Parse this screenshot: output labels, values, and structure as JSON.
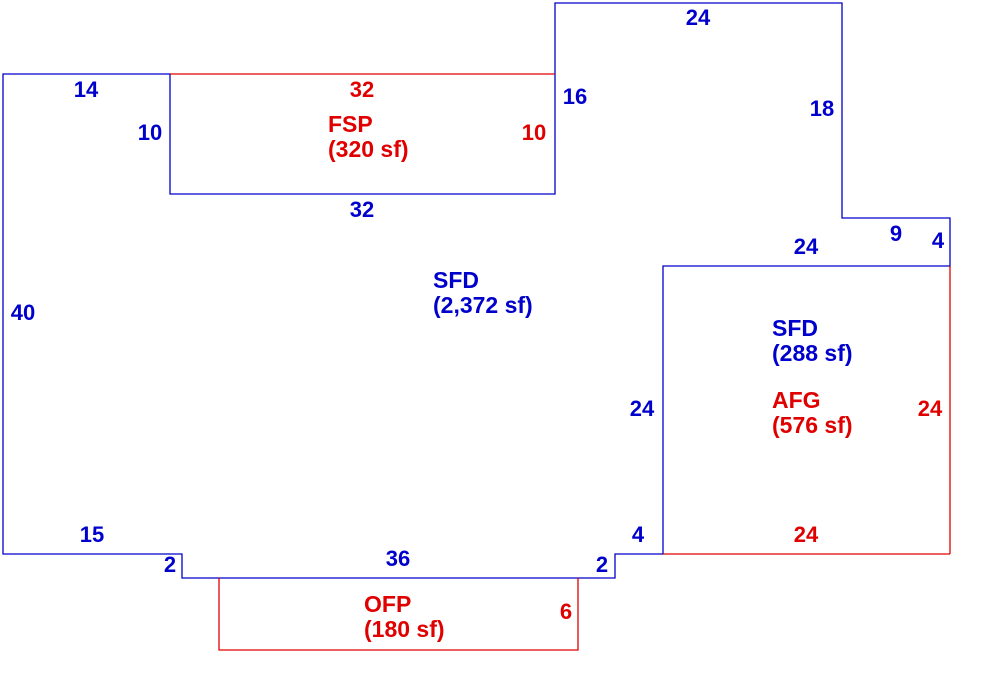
{
  "colors": {
    "primary": "#0000cc",
    "secondary": "#e00000"
  },
  "areas": {
    "sfd_main": {
      "code": "SFD",
      "size": "(2,372 sf)"
    },
    "fsp": {
      "code": "FSP",
      "size": "(320 sf)"
    },
    "sfd_garage": {
      "code": "SFD",
      "size": "(288 sf)"
    },
    "afg": {
      "code": "AFG",
      "size": "(576 sf)"
    },
    "ofp": {
      "code": "OFP",
      "size": "(180 sf)"
    }
  },
  "dimensions": {
    "main_top_left": "14",
    "fsp_left": "10",
    "main_left": "40",
    "main_bottom_left": "15",
    "step_left": "2",
    "main_bottom_center": "36",
    "step_right": "2",
    "garage_step": "4",
    "fsp_bottom": "32",
    "wing_left": "16",
    "wing_top": "24",
    "wing_right": "18",
    "ledge_top": "9",
    "ledge_right": "4",
    "garage_top": "24",
    "garage_left": "24",
    "fsp_top": "32",
    "fsp_right": "10",
    "garage_right": "24",
    "garage_bottom": "24",
    "ofp_right": "6"
  }
}
